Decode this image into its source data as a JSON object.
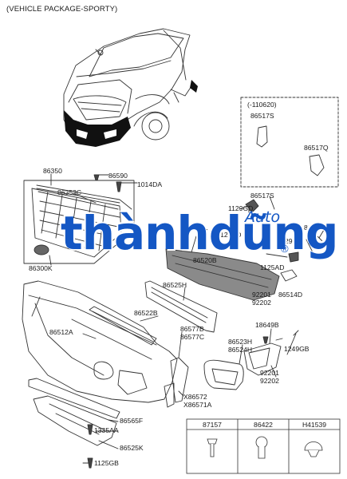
{
  "header": {
    "title": "(VEHICLE PACKAGE-SPORTY)"
  },
  "inset": {
    "date": "(-110620)",
    "parts": [
      "86517S",
      "86517Q"
    ]
  },
  "labels": {
    "p86350": "86350",
    "p86590": "86590",
    "p1014DA": "1014DA",
    "p86353C": "86353C",
    "p86300K": "86300K",
    "p86517S": "86517S",
    "p1129GD_a": "1129GD",
    "p86517Q": "86517Q",
    "p847": "847",
    "p1125AD_a": "1125AD",
    "p1129GD_b": "1129GD",
    "p86520B": "86520B",
    "p1125AD_b": "1125AD",
    "p86525H": "86525H",
    "p92201_a": "92201",
    "p92202_a": "92202",
    "p86514D": "86514D",
    "p86522B": "86522B",
    "p18649B": "18649B",
    "p86512A": "86512A",
    "p86577B": "86577B",
    "p86577C": "86577C",
    "p86523H": "86523H",
    "p86524H": "86524H",
    "p1249GB": "1249GB",
    "p92201_b": "92201",
    "p92202_b": "92202",
    "p86572": "X86572",
    "p86571A": "X86571A",
    "p86565F": "86565F",
    "p1335AA": "1335AA",
    "p86525K": "86525K",
    "p1125GB": "1125GB"
  },
  "parts_table": {
    "headers": [
      "87157",
      "86422",
      "H41539"
    ]
  },
  "watermark": {
    "main": "thànhdũng",
    "sub": "Auto",
    "mark": "®"
  },
  "colors": {
    "line": "#333333",
    "watermark": "#1457c4",
    "inset_border": "#555555"
  }
}
